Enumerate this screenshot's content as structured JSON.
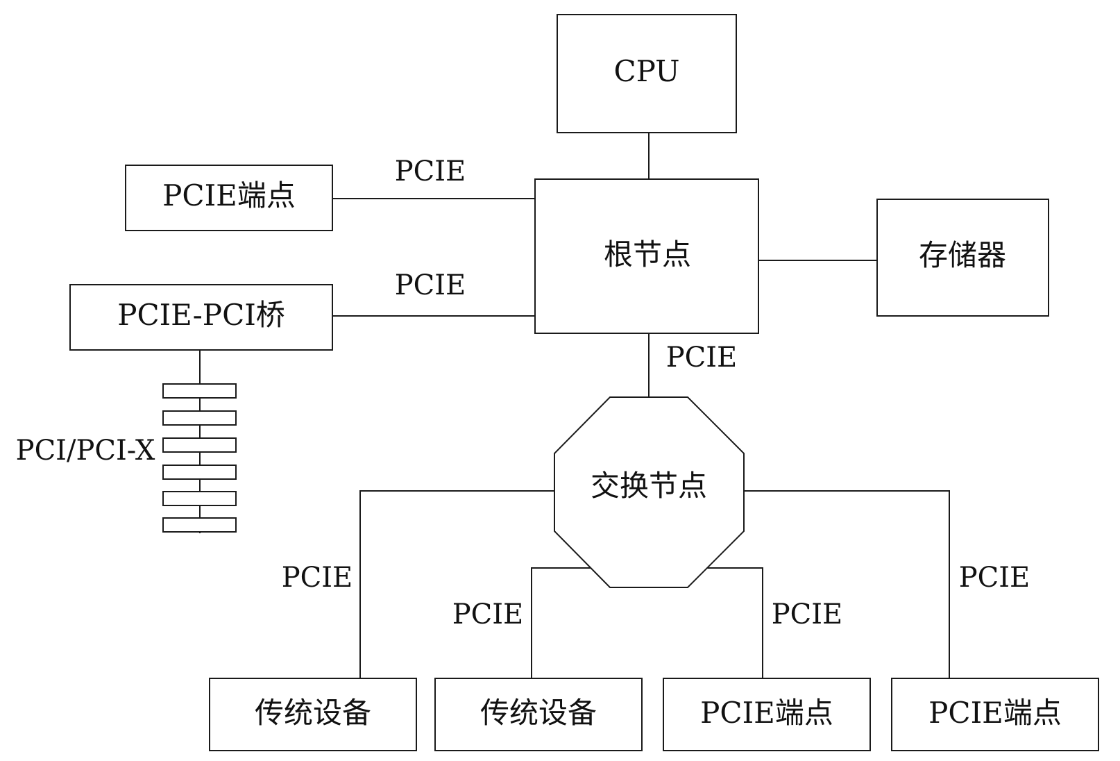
{
  "nodes": {
    "cpu": "CPU",
    "root": "根节点",
    "memory": "存储器",
    "pcie_endpoint_top": "PCIE端点",
    "bridge": "PCIE-PCI桥",
    "switch": "交换节点",
    "legacy_device_1": "传统设备",
    "legacy_device_2": "传统设备",
    "pcie_endpoint_bottom_1": "PCIE端点",
    "pcie_endpoint_bottom_2": "PCIE端点"
  },
  "bus_label": "PCI/PCI-X",
  "edges": {
    "endpoint_to_root": "PCIE",
    "bridge_to_root": "PCIE",
    "root_to_switch": "PCIE",
    "switch_to_legacy_1": "PCIE",
    "switch_to_legacy_2": "PCIE",
    "switch_to_endpoint_1": "PCIE",
    "switch_to_endpoint_2": "PCIE"
  }
}
